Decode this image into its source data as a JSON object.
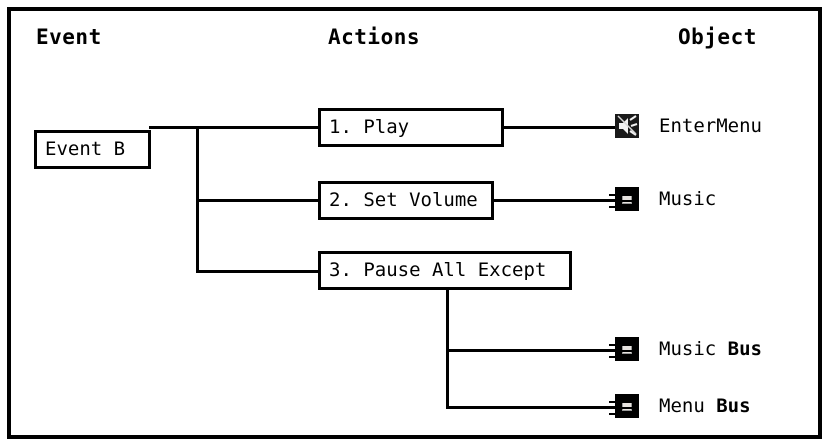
{
  "headers": {
    "event": "Event",
    "actions": "Actions",
    "object": "Object"
  },
  "event": {
    "label": "Event B"
  },
  "actions": [
    {
      "label": "1. Play"
    },
    {
      "label": "2. Set Volume"
    },
    {
      "label": "3. Pause All Except"
    }
  ],
  "objects": [
    {
      "name": "EnterMenu",
      "icon": "speaker-event-icon",
      "bold_suffix": ""
    },
    {
      "name": "Music",
      "icon": "audio-bus-icon",
      "bold_suffix": ""
    },
    {
      "name": "Music",
      "icon": "audio-bus-icon",
      "bold_suffix": "Bus"
    },
    {
      "name": "Menu",
      "icon": "audio-bus-icon",
      "bold_suffix": "Bus"
    }
  ],
  "colors": {
    "background": "#ffffff",
    "ink": "#000000",
    "icon_fill": "#e8e4e0"
  }
}
